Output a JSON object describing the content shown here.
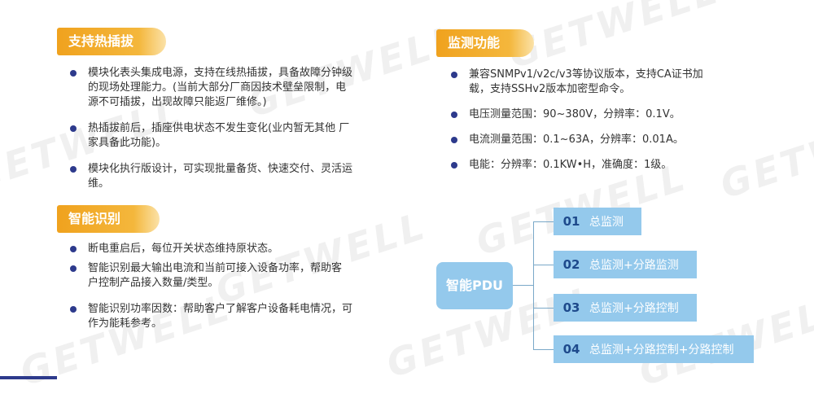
{
  "watermark": "GETWELL",
  "colors": {
    "header_orange": "#f0a21e",
    "bullet_navy": "#2d3a8c",
    "pdu_blue": "#94c9ec",
    "number_blue": "#1e4a8c"
  },
  "hotswap": {
    "title": "支持热插拔",
    "items": [
      [
        "模块化表头集成电源，支持在线热插拔，具备故障分钟级",
        "的现场处理能力。(当前大部分厂商因技术壁垒限制，电",
        "源不可插拔，出现故障只能返厂维修。)"
      ],
      [
        "热插拔前后，插座供电状态不发生变化(业内暂无其他 厂",
        "家具备此功能)。"
      ],
      [
        "模块化执行版设计，可实现批量备货、快速交付、灵活运维。"
      ]
    ]
  },
  "smart": {
    "title": "智能识别",
    "items": [
      [
        "断电重启后，每位开关状态维持原状态。"
      ],
      [
        "智能识别最大输出电流和当前可接入设备功率，帮助客",
        "户控制产品接入数量/类型。"
      ],
      [
        "智能识别功率因数：帮助客户了解客户设备耗电情况，可",
        "作为能耗参考。"
      ]
    ]
  },
  "monitor": {
    "title": "监测功能",
    "items": [
      [
        "兼容SNMPv1/v2c/v3等协议版本，支持CA证书加",
        "载，支持SSHv2版本加密型命令。"
      ],
      [
        "电压测量范围：90~380V，分辨率：0.1V。"
      ],
      [
        "电流测量范围：0.1~63A，分辨率：0.01A。"
      ],
      [
        "电能：分辨率：0.1KW•H，准确度：1级。"
      ]
    ]
  },
  "pdu": {
    "label": "智能PDU",
    "options": [
      {
        "num": "01",
        "text": "总监测"
      },
      {
        "num": "02",
        "text": "总监测+分路监测"
      },
      {
        "num": "03",
        "text": "总监测+分路控制"
      },
      {
        "num": "04",
        "text": "总监测+分路控制+分路控制"
      }
    ]
  }
}
